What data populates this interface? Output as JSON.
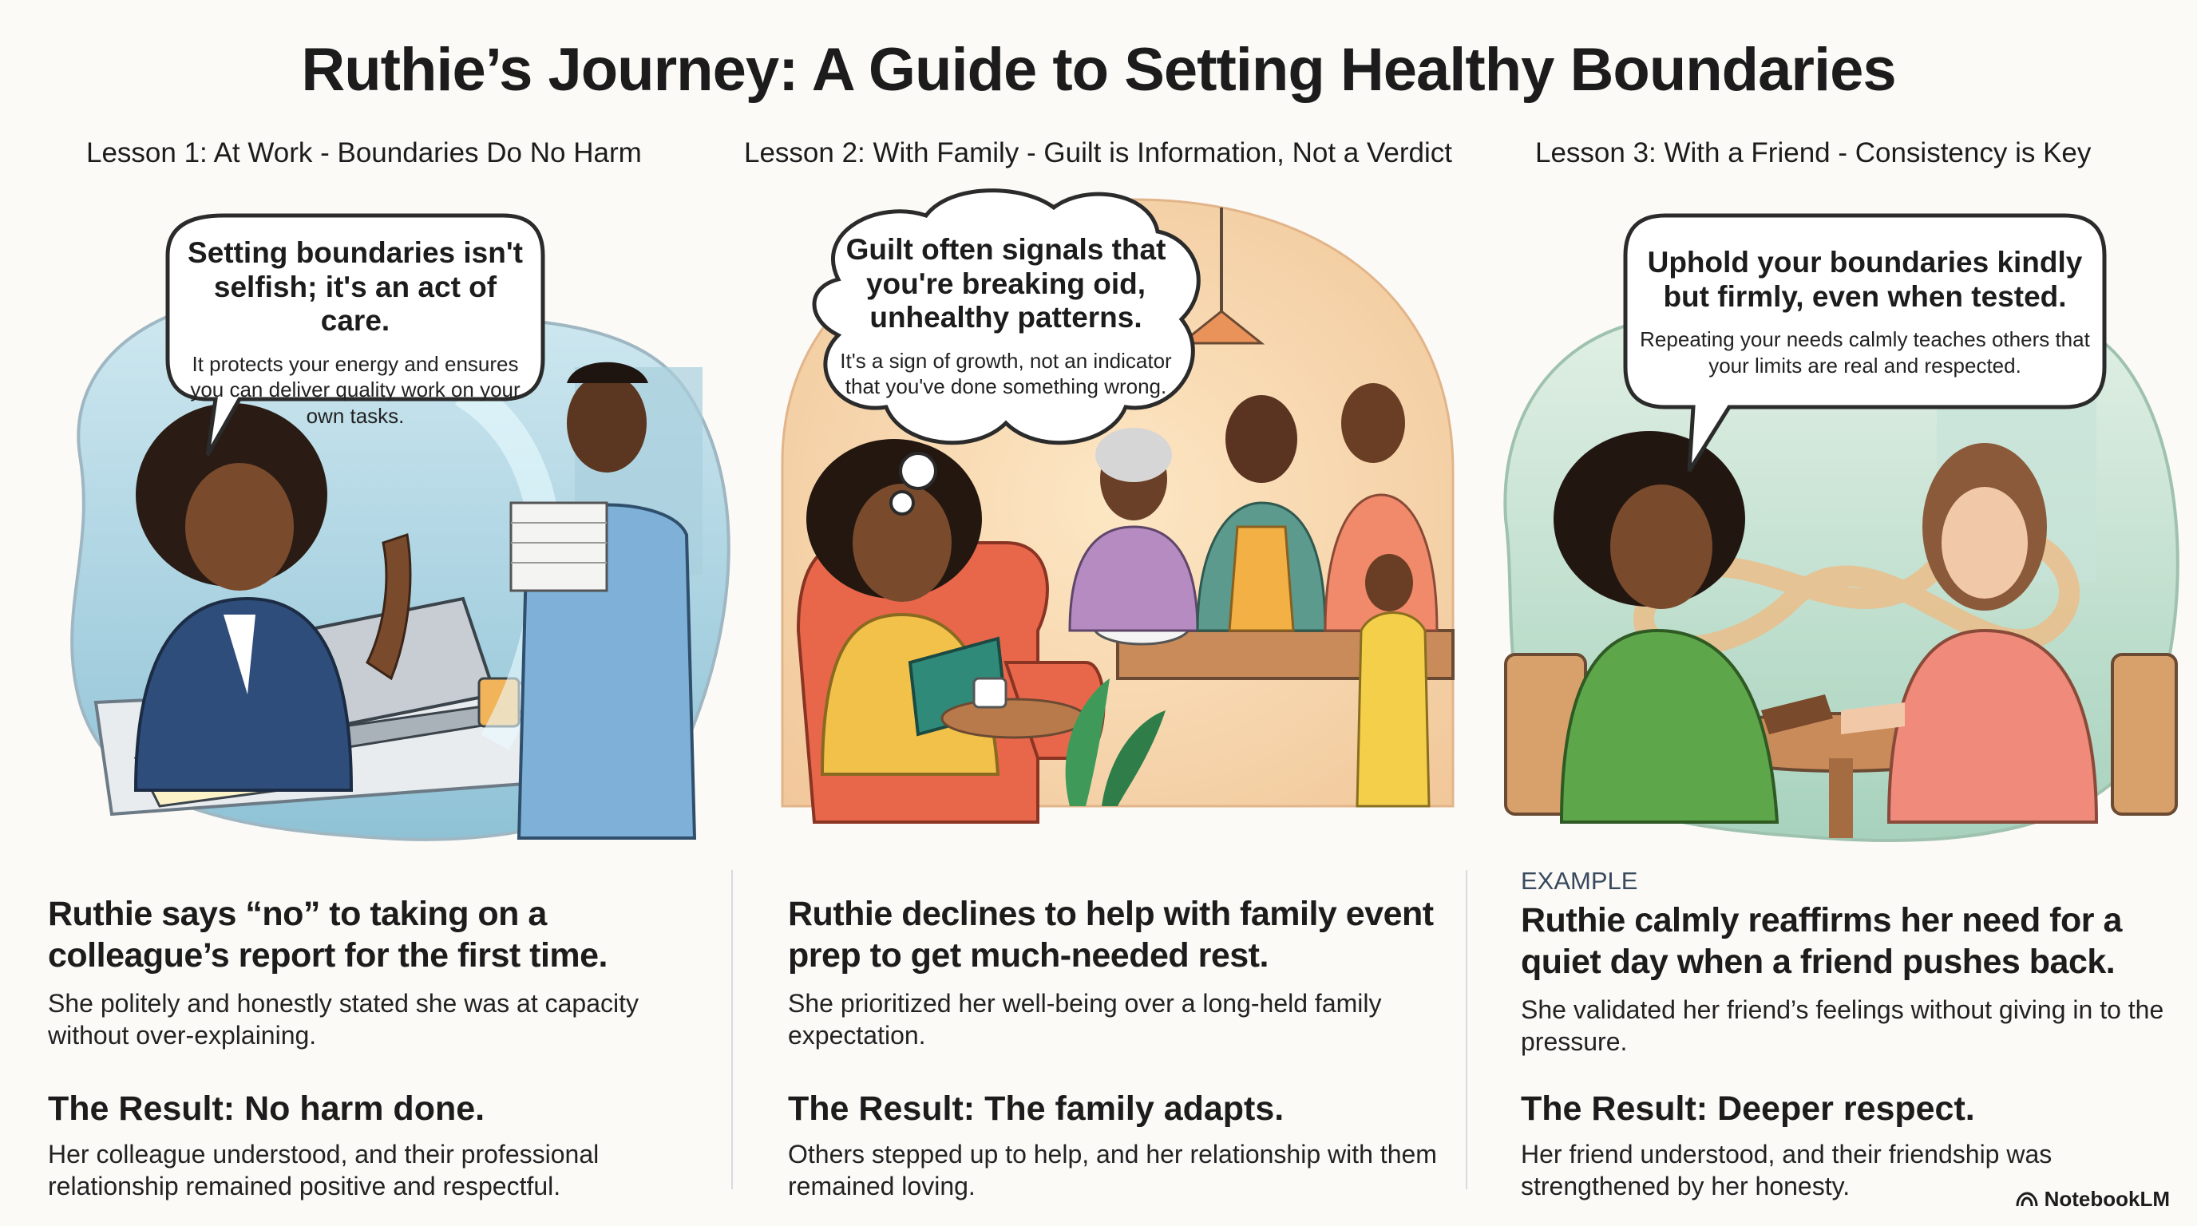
{
  "title": "Ruthie’s Journey: A Guide to Setting Healthy Boundaries",
  "lessons": [
    {
      "heading": "Lesson 1: At Work - Boundaries Do No Harm",
      "bubble_main": "Setting boundaries isn't selfish; it's an act of care.",
      "bubble_sub": "It protects your energy and ensures you can deliver quality work on your own tasks.",
      "eyebrow": "",
      "story_title": "Ruthie says “no” to taking on a colleague’s report for the first time.",
      "story_desc": "She politely and honestly stated she was at capacity without over-explaining.",
      "result_title": "The Result: No harm done.",
      "result_desc": "Her colleague understood, and their professional relationship remained positive and respectful."
    },
    {
      "heading": "Lesson 2: With Family - Guilt is Information, Not a Verdict",
      "bubble_main": "Guilt often signals that you're breaking oid, unhealthy patterns.",
      "bubble_sub": "It's a sign of growth, not an indicator that you've done something wrong.",
      "eyebrow": "",
      "story_title": "Ruthie declines to help with family event prep to get much-needed rest.",
      "story_desc": "She prioritized her well-being over a long-held family expectation.",
      "result_title": "The Result: The family adapts.",
      "result_desc": "Others stepped up to help, and her relationship with them remained loving."
    },
    {
      "heading": "Lesson 3: With a Friend - Consistency is Key",
      "bubble_main": "Uphold your boundaries kindly but firmly, even when tested.",
      "bubble_sub": "Repeating your needs calmly teaches others that your limits are real and respected.",
      "eyebrow": "EXAMPLE",
      "story_title": "Ruthie calmly reaffirms her need for a quiet day when a friend pushes back.",
      "story_desc": "She validated her friend’s feelings without giving in to the pressure.",
      "result_title": "The Result: Deeper respect.",
      "result_desc": "Her friend understood, and their friendship was strengthened by her honesty."
    }
  ],
  "brand": "NotebookLM",
  "colors": {
    "text": "#1c1c1c",
    "blue_scene": "#bfe0ea",
    "warm_scene": "#f6d9b4",
    "green_scene": "#d7ead9"
  }
}
